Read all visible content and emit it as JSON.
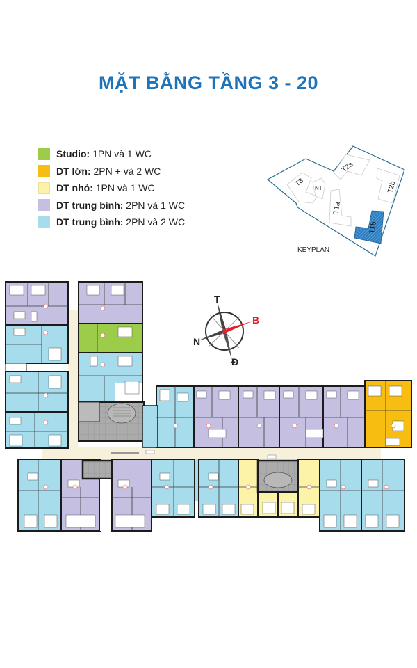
{
  "title": "MẶT BẰNG TẦNG 3 - 20",
  "legend": {
    "items": [
      {
        "label": "Studio:",
        "desc": " 1PN và 1 WC",
        "color": "#9ccc4a"
      },
      {
        "label": "DT lớn:",
        "desc": " 2PN + và 2 WC",
        "color": "#f7bd10"
      },
      {
        "label": "DT nhỏ:",
        "desc": " 1PN  và 1 WC",
        "color": "#fcf3a9"
      },
      {
        "label": "DT trung bình:",
        "desc": " 2PN và 1 WC",
        "color": "#c5c0e2"
      },
      {
        "label": "DT trung bình:",
        "desc": " 2PN và 2 WC",
        "color": "#a7dcec"
      }
    ]
  },
  "keyplan": {
    "label": "KEYPLAN",
    "buildings": [
      "T3",
      "NT",
      "T2a",
      "T2b",
      "T1a",
      "T1b"
    ],
    "highlighted": "T1b",
    "outline_color": "#2a6d92",
    "highlight_color": "#2e7fc1"
  },
  "compass": {
    "north": "T",
    "east": "B",
    "south": "Đ",
    "west": "N",
    "accent_color": "#e0202e"
  },
  "floorplan": {
    "colors": {
      "studio": "#9ccc4a",
      "large": "#f7bd10",
      "small": "#fcf3a9",
      "medium_1wc": "#c5c0e2",
      "medium_2wc": "#a7dcec",
      "corridor": "#f7f1dc",
      "core": "#a9a9a9",
      "wall": "#1b1b1b"
    }
  }
}
